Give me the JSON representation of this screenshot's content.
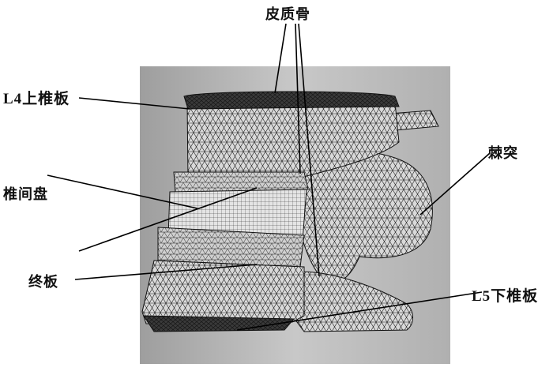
{
  "labels": {
    "cortical_bone": "皮质骨",
    "l4_upper_endplate": "L4上椎板",
    "spinous_process": "棘突",
    "intervertebral_disc": "椎间盘",
    "endplate": "终板",
    "l5_lower_endplate": "L5下椎板"
  },
  "colors": {
    "background_panel": "#b9b9b9",
    "mesh_fill": "#d6d6d6",
    "mesh_line": "#1a1a1a",
    "leader_line": "#000000"
  }
}
